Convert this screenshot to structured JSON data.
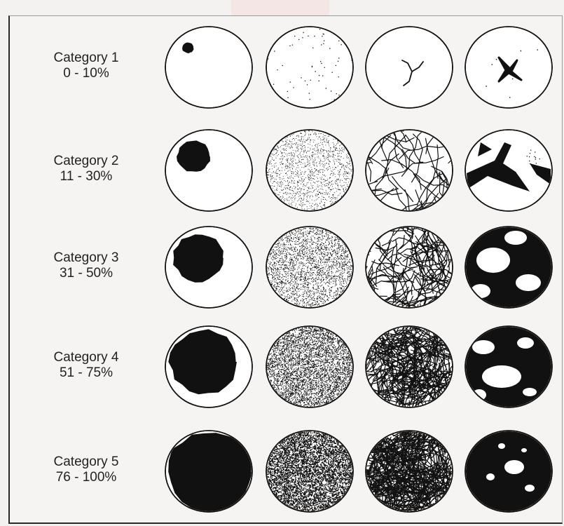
{
  "diagram": {
    "categories": [
      {
        "name": "Category 1",
        "range": "0 - 10%",
        "level": 1,
        "spot_fraction": 0.1
      },
      {
        "name": "Category 2",
        "range": "11 - 30%",
        "level": 2,
        "spot_fraction": 0.3
      },
      {
        "name": "Category 3",
        "range": "31 - 50%",
        "level": 3,
        "spot_fraction": 0.5
      },
      {
        "name": "Category 4",
        "range": "51 - 75%",
        "level": 4,
        "spot_fraction": 0.75
      },
      {
        "name": "Category 5",
        "range": "76 - 100%",
        "level": 5,
        "spot_fraction": 1.0
      }
    ],
    "patterns": [
      "solid-spot",
      "stipple-dots",
      "crack-network",
      "branching-blotch"
    ],
    "colors": {
      "ink": "#111111",
      "paper": "#ffffff",
      "background": "#f4f2f1",
      "watermark": "#e8a6a6"
    }
  }
}
